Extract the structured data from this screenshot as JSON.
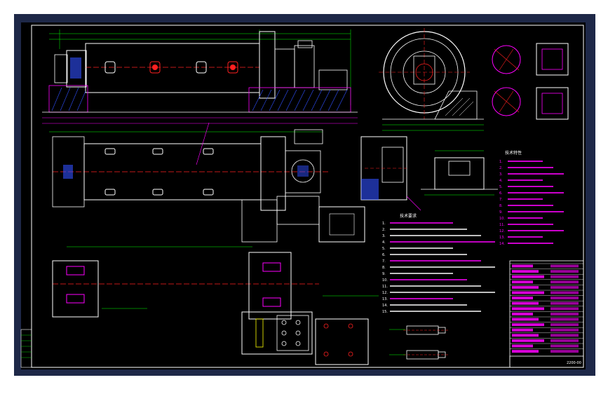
{
  "viewport": {
    "background": "#1e2848",
    "sheet": "#000000"
  },
  "colors": {
    "white": "#ffffff",
    "magenta": "#ff00ff",
    "green": "#00ff00",
    "yellow": "#ffff00",
    "cyan": "#00ffff",
    "red": "#ff2020",
    "blue": "#3050ff"
  },
  "notes": {
    "title": "技术要求",
    "numbers": [
      "1.",
      "2.",
      "3.",
      "4.",
      "5.",
      "6.",
      "7.",
      "8.",
      "9.",
      "10.",
      "11.",
      "12.",
      "13.",
      "14.",
      "15."
    ]
  },
  "specs": {
    "title": "技术特性",
    "numbers": [
      "1.",
      "2.",
      "3.",
      "4.",
      "5.",
      "6.",
      "7.",
      "8.",
      "9.",
      "10.",
      "11.",
      "12.",
      "13.",
      "14."
    ]
  },
  "title_block": {
    "drawing_no": "2200-00"
  }
}
